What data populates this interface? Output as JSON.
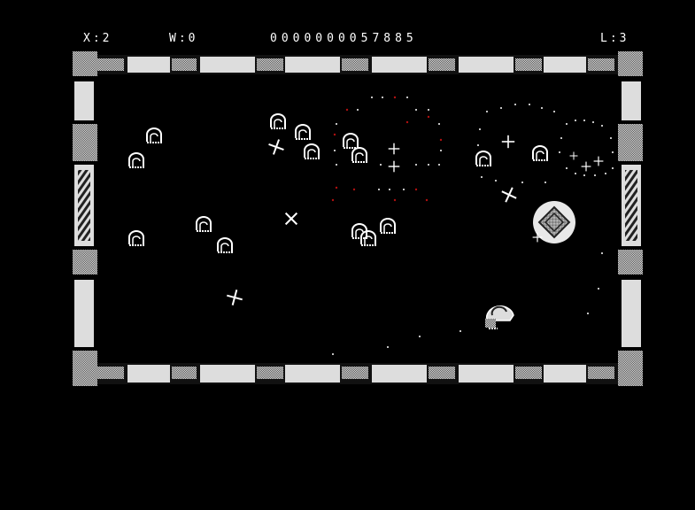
{
  "hud": {
    "lives": "X:2",
    "weapon": "W:0",
    "score": "0000000057885",
    "level": "L:3"
  },
  "colors": {
    "background": "#000000",
    "foreground": "#ffffff",
    "wall": "#d8d8d8",
    "dots_red": "#b01010"
  },
  "entities": {
    "player": "ship",
    "enemies": "dome-crawlers",
    "pickups": "sparkles",
    "boss": "diamond-orb"
  }
}
